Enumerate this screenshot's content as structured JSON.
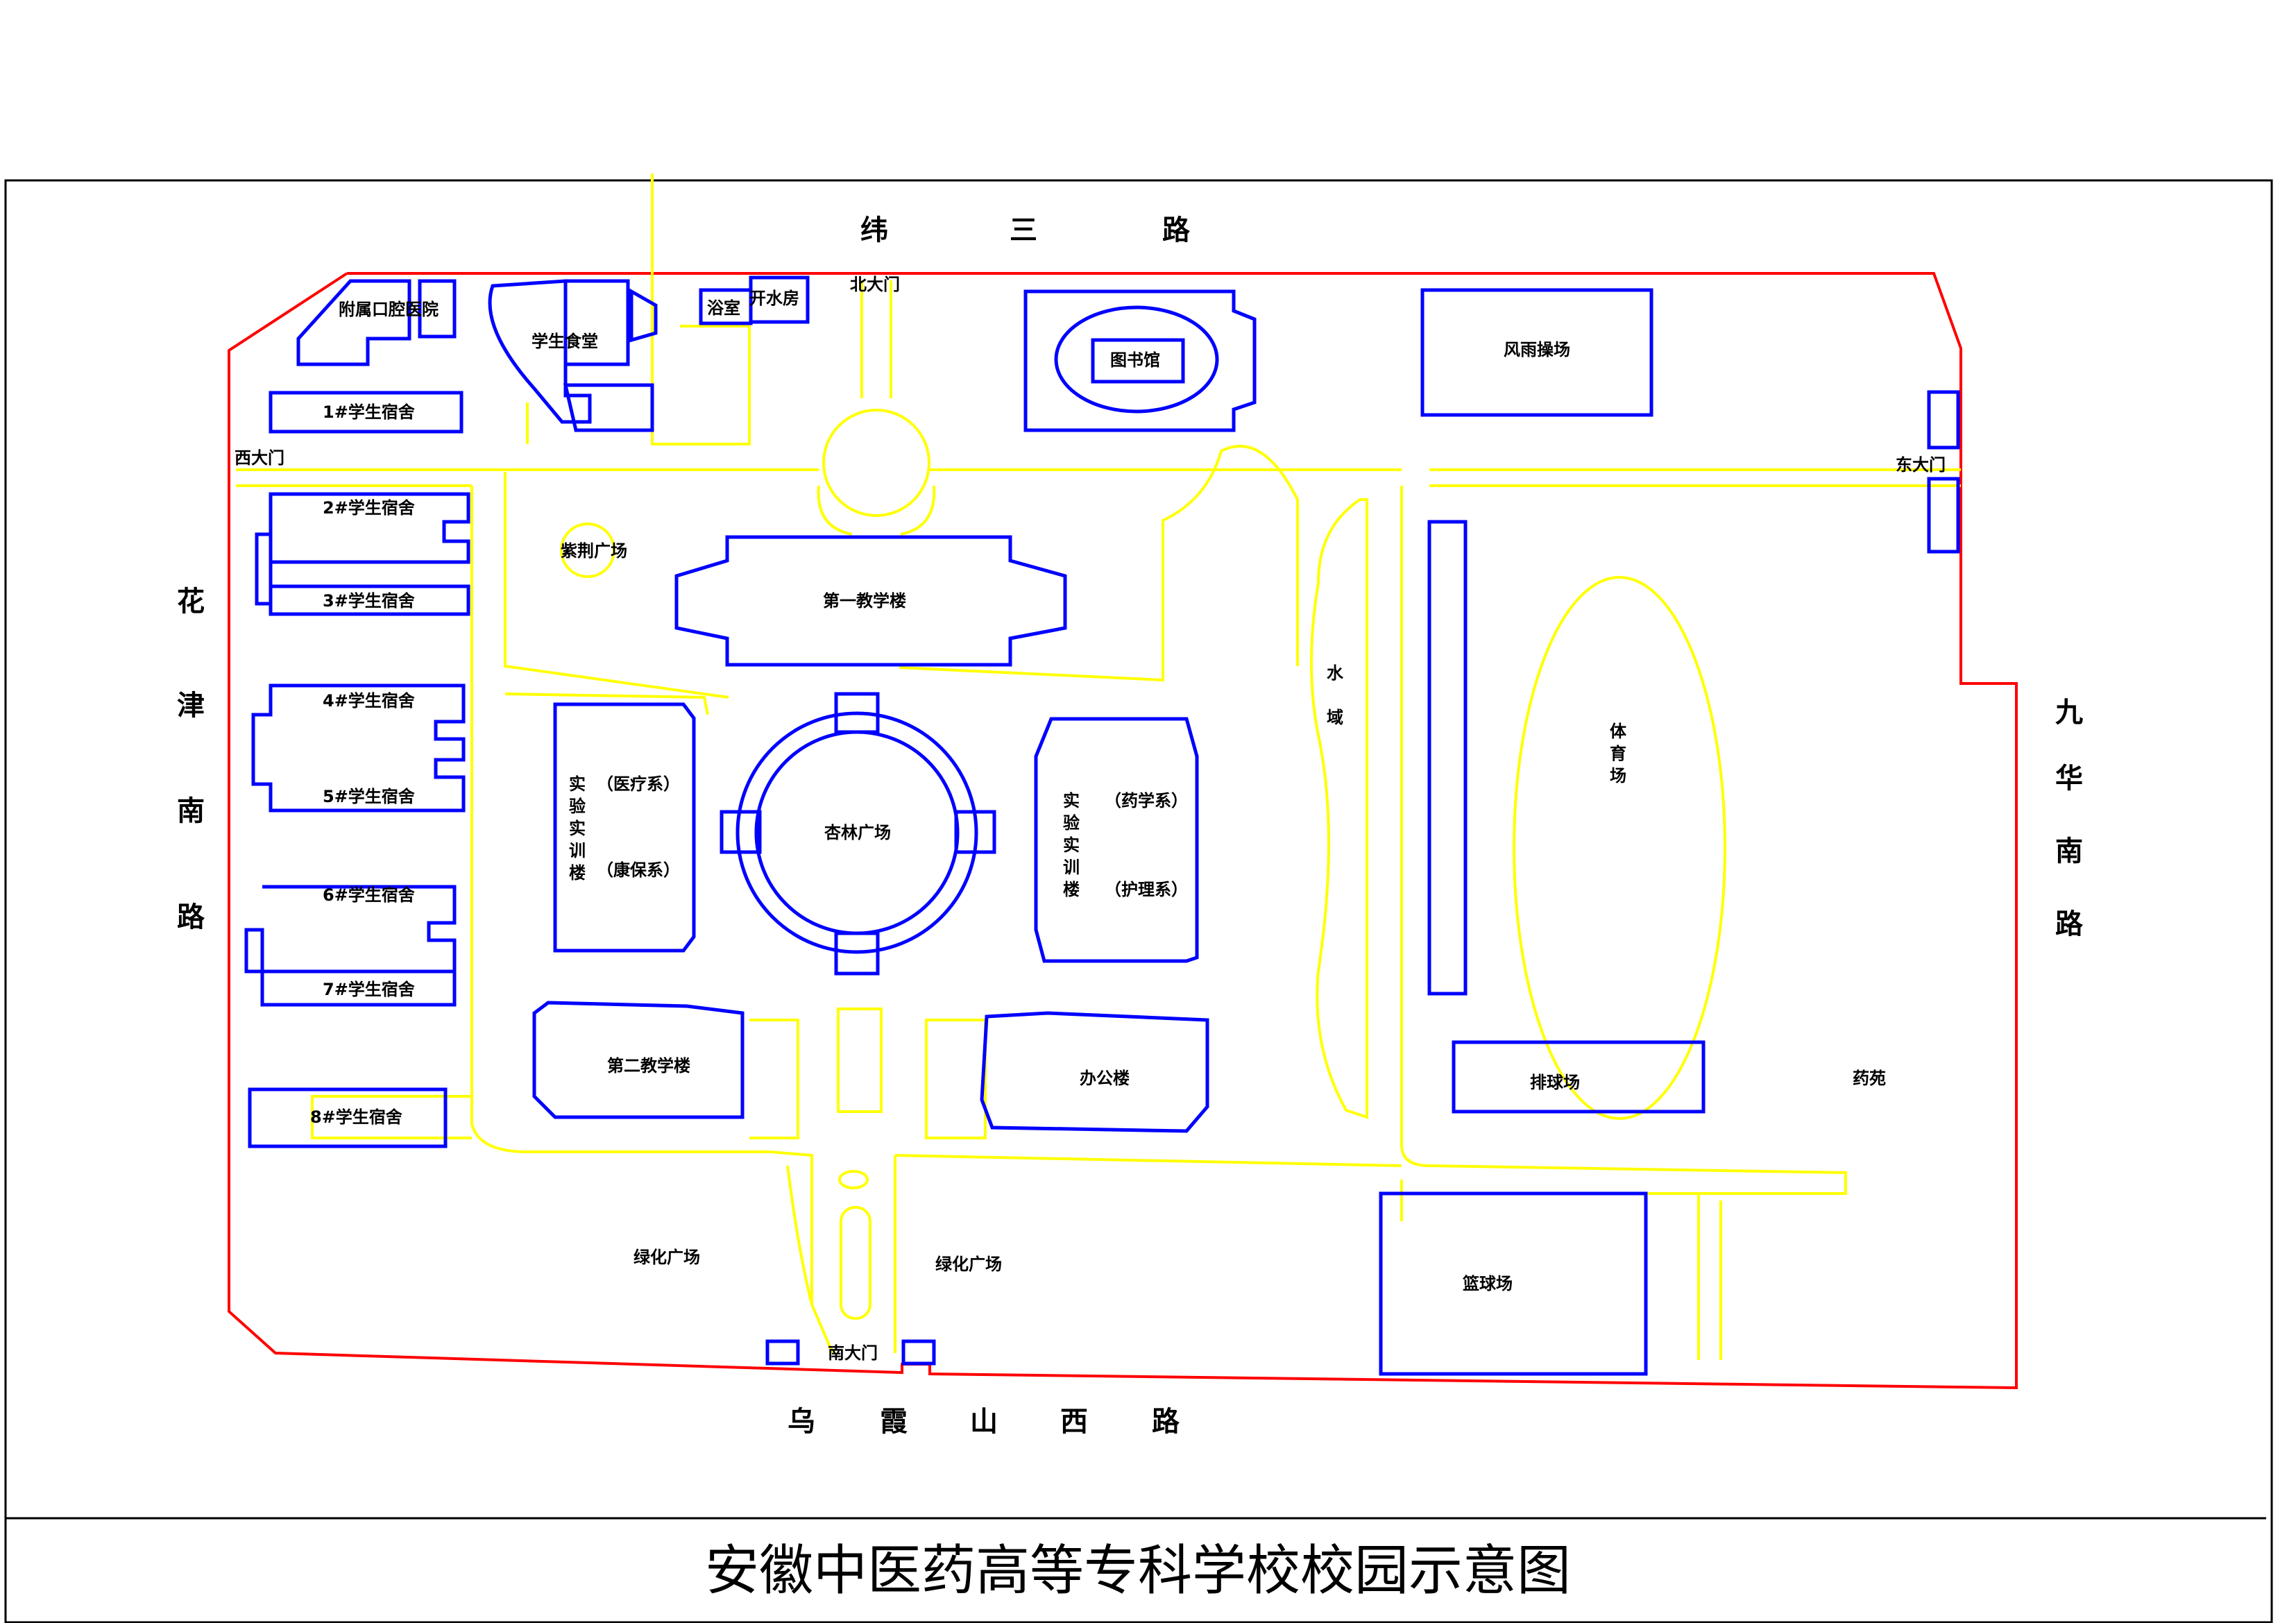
{
  "title": "安徽中医药高等专科学校校园示意图",
  "colors": {
    "buildings": "#0000ff",
    "paths": "#ffff00",
    "boundary": "#ff0000",
    "frame": "#000000"
  },
  "roads": {
    "north": [
      "纬",
      "三",
      "路"
    ],
    "south": [
      "乌",
      "霞",
      "山",
      "西",
      "路"
    ],
    "west": [
      "花",
      "津",
      "南",
      "路"
    ],
    "east": [
      "九",
      "华",
      "南",
      "路"
    ]
  },
  "gates": {
    "north": "北大门",
    "south": "南大门",
    "west": "西大门",
    "east": "东大门"
  },
  "buildings": {
    "clinic": "附属口腔医院",
    "canteen": "学生食堂",
    "bath": "浴室",
    "boiler": "开水房",
    "library": "图书馆",
    "rain_field": "风雨操场",
    "dorm1": "1#学生宿舍",
    "dorm2": "2#学生宿舍",
    "dorm3": "3#学生宿舍",
    "dorm4": "4#学生宿舍",
    "dorm5": "5#学生宿舍",
    "dorm6": "6#学生宿舍",
    "dorm7": "7#学生宿舍",
    "dorm8": "8#学生宿舍",
    "teaching1": "第一教学楼",
    "teaching2": "第二教学楼",
    "office": "办公楼",
    "volleyball": "排球场",
    "basketball": "篮球场",
    "herb_garden": "药苑"
  },
  "plazas": {
    "zijing": "紫荆广场",
    "xinglin": "杏林广场",
    "green_west": "绿化广场",
    "green_east": "绿化广场"
  },
  "lab_west": {
    "name_chars": [
      "实",
      "验",
      "实",
      "训",
      "楼"
    ],
    "dept_top": "（医疗系）",
    "dept_bottom": "（康保系）"
  },
  "lab_east": {
    "name_chars": [
      "实",
      "验",
      "实",
      "训",
      "楼"
    ],
    "dept_top": "（药学系）",
    "dept_bottom": "（护理系）"
  },
  "water": [
    "水",
    "域"
  ],
  "sports": [
    "体",
    "育",
    "场"
  ]
}
